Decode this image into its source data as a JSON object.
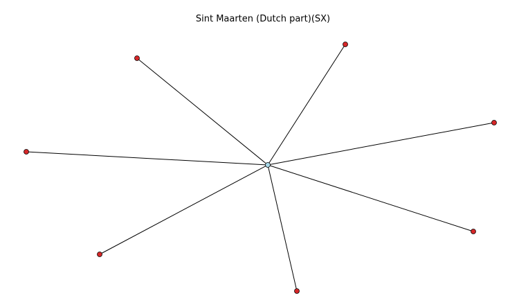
{
  "title": "Sint Maarten (Dutch part)(SX)",
  "colors": {
    "background": "#ffffff",
    "edge": "#000000",
    "center_node_fill": "#a8d8e8",
    "leaf_node_fill": "#d62728",
    "node_stroke": "#000000"
  },
  "graph": {
    "center_node": "hub",
    "leaf_count": 7
  }
}
